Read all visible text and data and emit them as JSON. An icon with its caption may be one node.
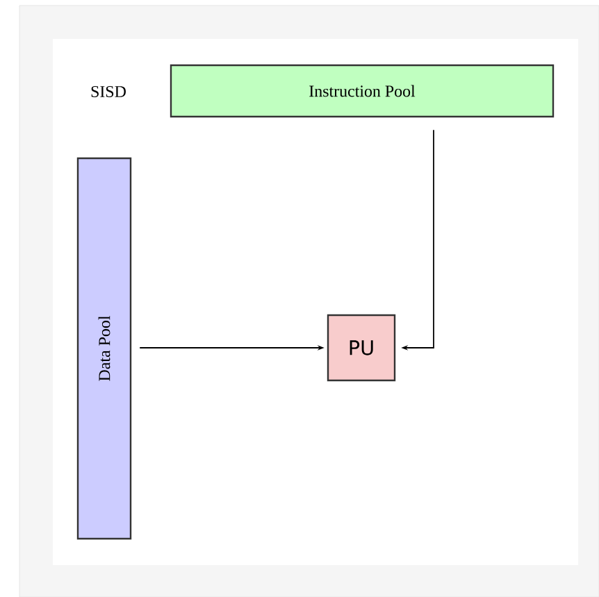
{
  "diagram": {
    "nodes": [
      {
        "text": [
          "Instruction Pool"
        ]
      },
      {
        "text": [
          "Data Pool"
        ]
      },
      {
        "text": [
          "PU"
        ]
      }
    ],
    "edges": [
      {
        "from": 1,
        "to": 2,
        "arrow": "to"
      },
      {
        "from": 0,
        "to": 2,
        "arrow": "to"
      }
    ],
    "labels": [
      "SISD"
    ]
  }
}
